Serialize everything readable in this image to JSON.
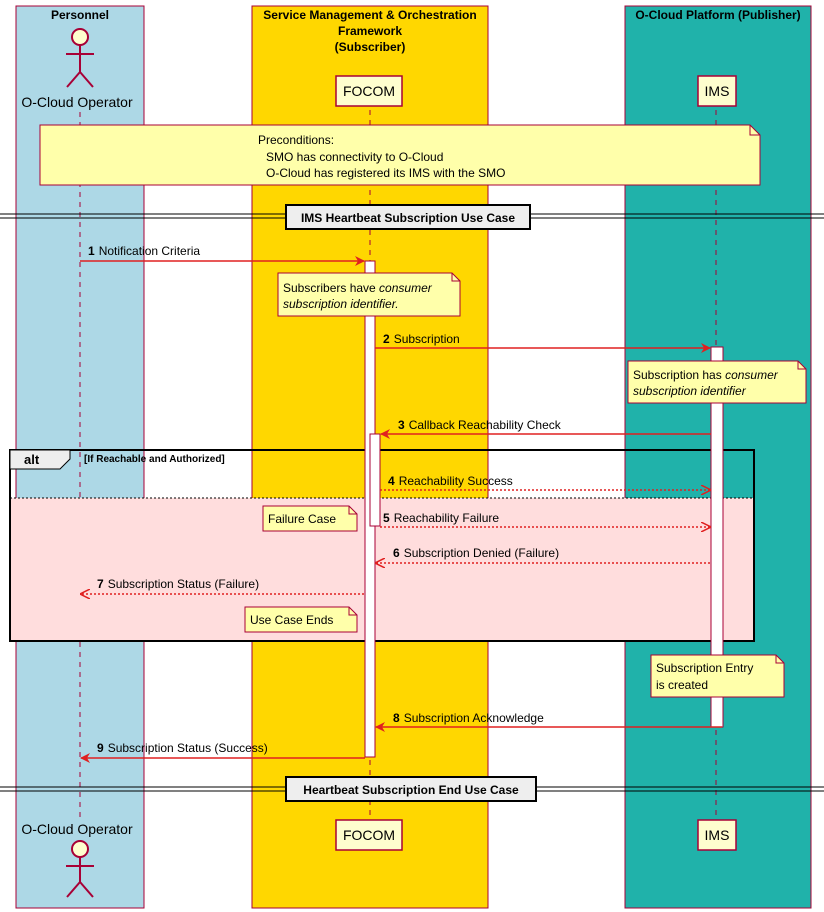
{
  "boxes": [
    {
      "label": "Personnel",
      "color": "#ADD8E6"
    },
    {
      "label_lines": [
        "Service Management & Orchestration",
        "Framework",
        "(Subscriber)"
      ],
      "color": "#FFD700"
    },
    {
      "label": "O-Cloud Platform (Publisher)",
      "color": "#20B2AA"
    }
  ],
  "participants": {
    "operator": "O-Cloud Operator",
    "focom": "FOCOM",
    "ims": "IMS"
  },
  "preconditions": [
    "Preconditions:",
    "SMO has connectivity to O-Cloud",
    "O-Cloud has registered its IMS with the SMO"
  ],
  "dividers": [
    "IMS Heartbeat Subscription Use Case",
    "Heartbeat Subscription End Use Case"
  ],
  "notes": {
    "focom_identifier": [
      "Subscribers have ",
      "consumer",
      "subscription identifier."
    ],
    "ims_identifier": [
      "Subscription has ",
      "consumer",
      "subscription identifier"
    ],
    "failure_case": "Failure Case",
    "use_case_ends": "Use Case Ends",
    "subscription_entry": [
      "Subscription Entry",
      "is created"
    ]
  },
  "alt": {
    "keyword": "alt",
    "condition": "[If Reachable and Authorized]"
  },
  "messages": [
    {
      "num": "1",
      "text": "Notification Criteria"
    },
    {
      "num": "2",
      "text": "Subscription"
    },
    {
      "num": "3",
      "text": "Callback Reachability Check"
    },
    {
      "num": "4",
      "text": "Reachability Success"
    },
    {
      "num": "5",
      "text": "Reachability Failure"
    },
    {
      "num": "6",
      "text": "Subscription Denied (Failure)"
    },
    {
      "num": "7",
      "text": "Subscription Status (Failure)"
    },
    {
      "num": "8",
      "text": "Subscription Acknowledge"
    },
    {
      "num": "9",
      "text": "Subscription Status (Success)"
    }
  ],
  "colors": {
    "arrow": "#E02020",
    "note_fill": "#FFFFAA",
    "participant_fill": "#FEFECE",
    "participant_border": "#A80036",
    "alt_fill": "#FFDDDD"
  }
}
